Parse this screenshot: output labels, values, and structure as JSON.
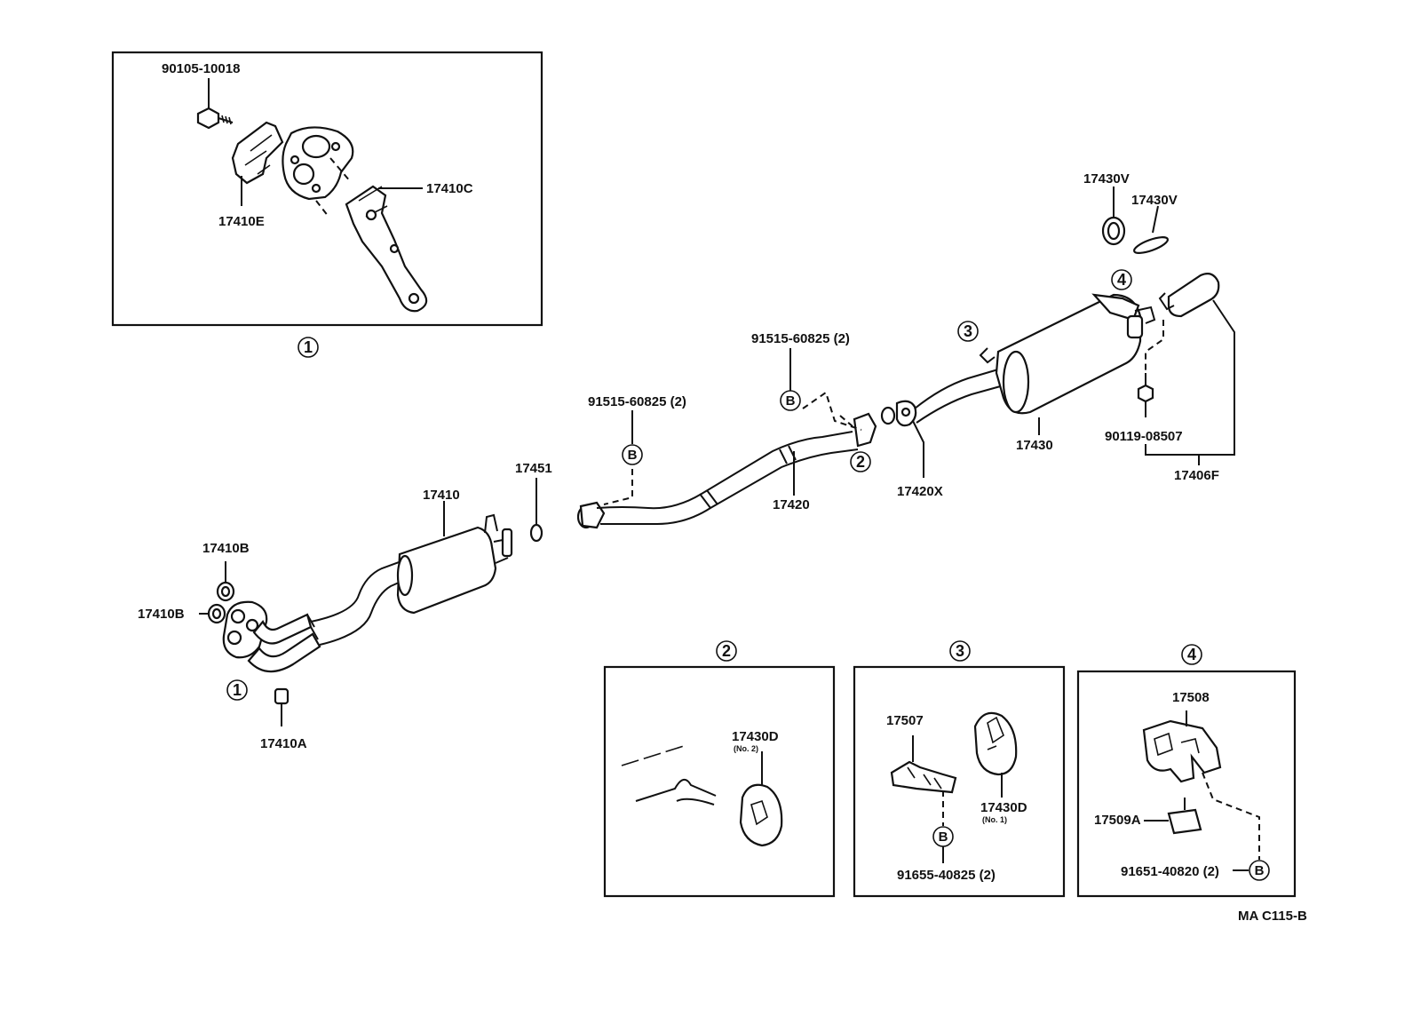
{
  "labels": {
    "p90105_10018": "90105-10018",
    "p17410E": "17410E",
    "p17410C": "17410C",
    "p17430V_a": "17430V",
    "p17430V_b": "17430V",
    "p17430": "17430",
    "p90119_08507": "90119-08507",
    "p17406F": "17406F",
    "p91515_60825_top": "91515-60825 (2)",
    "p91515_60825_mid": "91515-60825 (2)",
    "p17420": "17420",
    "p17420X": "17420X",
    "p17451": "17451",
    "p17410": "17410",
    "p17410B_a": "17410B",
    "p17410B_b": "17410B",
    "p17410A": "17410A",
    "p17430D_no2": "17430D",
    "p17430D_no2_note": "(No. 2)",
    "p17507": "17507",
    "p17430D_no1": "17430D",
    "p17430D_no1_note": "(No. 1)",
    "p91655_40825": "91655-40825 (2)",
    "p17508": "17508",
    "p17509A": "17509A",
    "p91651_40820": "91651-40820 (2)",
    "drawing_code": "MA C115-B"
  },
  "callouts": {
    "c1": "1",
    "c2": "2",
    "c3": "3",
    "c4": "4",
    "b": "B"
  }
}
